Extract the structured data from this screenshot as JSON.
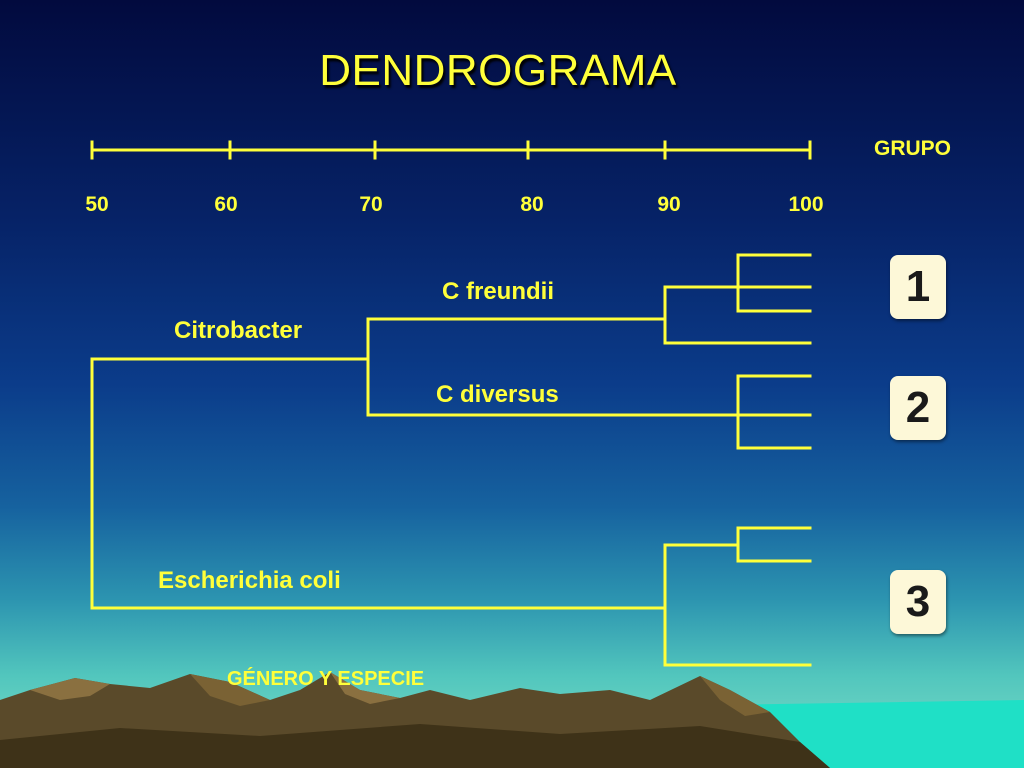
{
  "title": "DENDROGRAMA",
  "scale": {
    "header": "GRUPO",
    "ticks": [
      "50",
      "60",
      "70",
      "80",
      "90",
      "100"
    ]
  },
  "labels": {
    "citrobacter": "Citrobacter",
    "c_freundii": "C freundii",
    "c_diversus": "C diversus",
    "escherichia_coli": "Escherichia coli",
    "footer": "GÉNERO Y ESPECIE"
  },
  "groups": [
    "1",
    "2",
    "3"
  ],
  "colors": {
    "accent": "#ffff3a",
    "badge_bg": "#fdf8d8",
    "mountain": "#5a4a2a",
    "sea": "#1fe0c6"
  }
}
